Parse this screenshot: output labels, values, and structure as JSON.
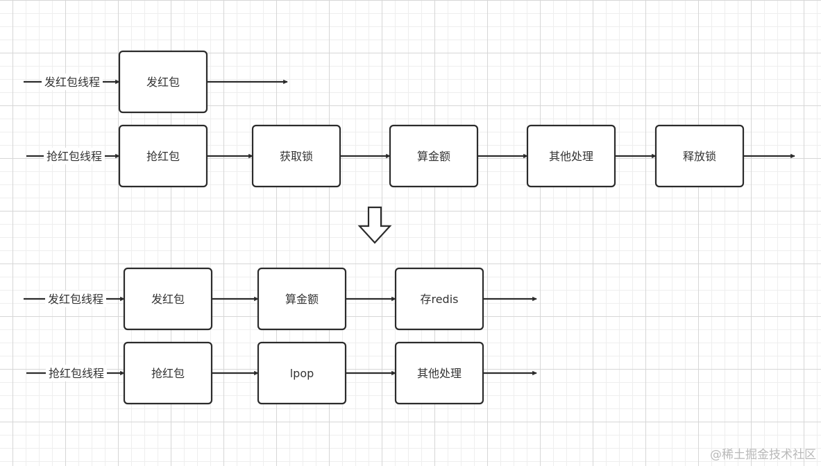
{
  "top": {
    "row1": {
      "thread_label": "发红包线程",
      "steps": [
        "发红包"
      ]
    },
    "row2": {
      "thread_label": "抢红包线程",
      "steps": [
        "抢红包",
        "获取锁",
        "算金额",
        "其他处理",
        "释放锁"
      ]
    }
  },
  "bottom": {
    "row1": {
      "thread_label": "发红包线程",
      "steps": [
        "发红包",
        "算金额",
        "存redis"
      ]
    },
    "row2": {
      "thread_label": "抢红包线程",
      "steps": [
        "抢红包",
        "lpop",
        "其他处理"
      ]
    }
  },
  "transition_icon": "down-arrow-outline-icon",
  "watermark": "@稀土掘金技术社区",
  "colors": {
    "stroke": "#2b2b2b",
    "text": "#333333",
    "grid": "#d6d6d6",
    "watermark": "#b9b9b9"
  }
}
